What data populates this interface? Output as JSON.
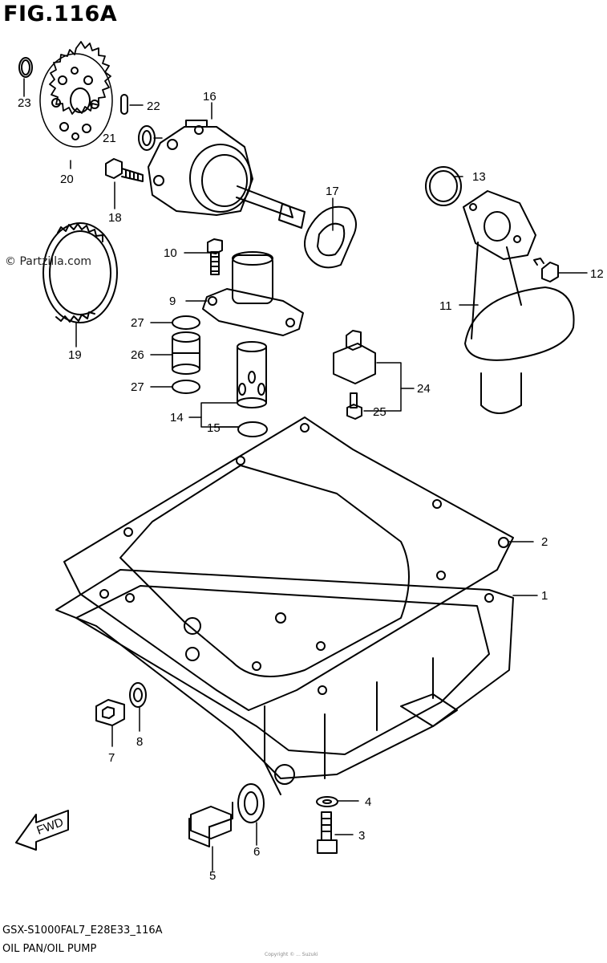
{
  "figure": {
    "title": "FIG.116A",
    "drawing_code": "GSX-S1000FAL7_E28E33_116A",
    "caption": "OIL PAN/OIL PUMP",
    "watermark": "© Partzilla.com",
    "footer_mark": "Copyright © ... Suzuki"
  },
  "callouts": {
    "c1": "1",
    "c2": "2",
    "c3": "3",
    "c4": "4",
    "c5": "5",
    "c6": "6",
    "c7": "7",
    "c8": "8",
    "c9": "9",
    "c10": "10",
    "c11": "11",
    "c12": "12",
    "c13": "13",
    "c14": "14",
    "c15": "15",
    "c16": "16",
    "c17": "17",
    "c18": "18",
    "c19": "19",
    "c20": "20",
    "c21": "21",
    "c22": "22",
    "c23": "23",
    "c24": "24",
    "c25": "25",
    "c26": "26",
    "c27a": "27",
    "c27b": "27"
  },
  "fwd_label": "FWD"
}
